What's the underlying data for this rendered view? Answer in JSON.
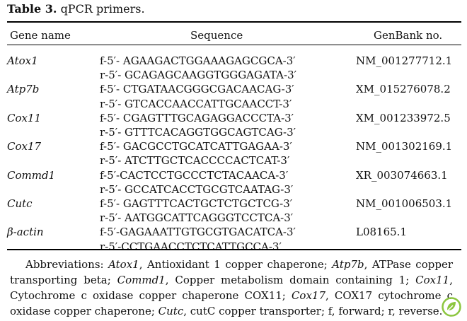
{
  "caption": {
    "label": "Table 3.",
    "title": "qPCR primers."
  },
  "header": {
    "gene": "Gene name",
    "sequence": "Sequence",
    "genbank": "GenBank no."
  },
  "rows": [
    {
      "gene": "Atox1",
      "forward": "f-5′- AGAAGACTGGAAAGAGCGCA-3′",
      "reverse": "r-5′- GCAGAGCAAGGTGGGAGATA-3′",
      "genbank": "NM_001277712.1"
    },
    {
      "gene": "Atp7b",
      "forward": "f-5′- CTGATAACGGGCGACAACAG-3′",
      "reverse": "r-5′- GTCACCAACCATTGCAACCT-3′",
      "genbank": "XM_015276078.2"
    },
    {
      "gene": "Cox11",
      "forward": "f-5′- CGAGTTTGCAGAGGACCCTA-3′",
      "reverse": "r-5′- GTTTCACAGGTGGCAGTCAG-3′",
      "genbank": "XM_001233972.5"
    },
    {
      "gene": "Cox17",
      "forward": "f-5′- GACGCCTGCATCATTGAGAA-3′",
      "reverse": "r-5′- ATCTTGCTCACCCCACTCAT-3′",
      "genbank": "NM_001302169.1"
    },
    {
      "gene": "Commd1",
      "forward": "f-5′-CACTCCTGCCCTCTACAACA-3′",
      "reverse": "r-5′- GCCATCACCTGCGTCAATAG-3′",
      "genbank": "XR_003074663.1"
    },
    {
      "gene": "Cutc",
      "forward": "f-5′- GAGTTTCACTGCTCTGCTCG-3′",
      "reverse": "r-5′- AATGGCATTCAGGGTCCTCA-3′",
      "genbank": "NM_001006503.1"
    },
    {
      "gene": "β-actin",
      "forward": "f-5′-GAGAAATTGTGCGTGACATCA-3′",
      "reverse": "r-5′-CCTGAACCTCTCATTGCCA-3′",
      "genbank": "L08165.1"
    }
  ],
  "abbreviations": [
    {
      "text": "Abbreviations: ",
      "italic": false
    },
    {
      "text": "Atox1",
      "italic": true
    },
    {
      "text": ", Antioxidant 1 copper chaperone; ",
      "italic": false
    },
    {
      "text": "Atp7b",
      "italic": true
    },
    {
      "text": ", ATPase copper transporting beta; ",
      "italic": false
    },
    {
      "text": "Commd1",
      "italic": true
    },
    {
      "text": ", Copper metabolism domain containing 1; ",
      "italic": false
    },
    {
      "text": "Cox11",
      "italic": true
    },
    {
      "text": ", Cytochrome c oxidase copper chaperone COX11; ",
      "italic": false
    },
    {
      "text": "Cox17",
      "italic": true
    },
    {
      "text": ", COX17 cytochrome c oxidase copper chaperone; ",
      "italic": false
    },
    {
      "text": "Cutc",
      "italic": true
    },
    {
      "text": ", cutC copper transporter; f, forward; r, reverse.",
      "italic": false
    }
  ],
  "logo_icon": "leaf-badge-icon",
  "colors": {
    "logo": "#8cc63f"
  }
}
